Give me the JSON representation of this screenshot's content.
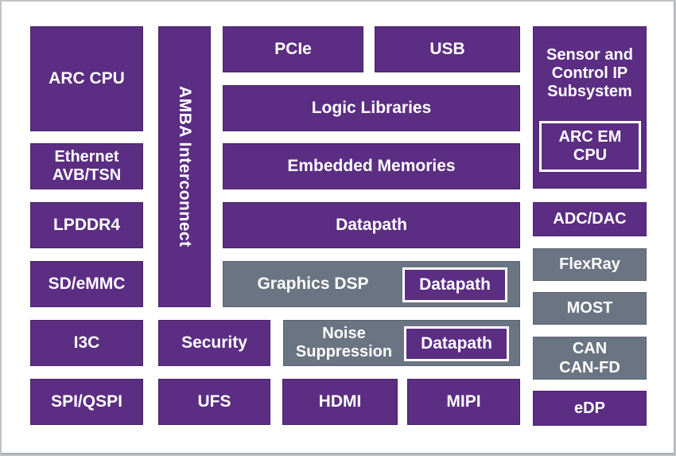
{
  "colors": {
    "block_purple": "#5b2d83",
    "block_purple_border": "#482269",
    "block_gray": "#6b7482",
    "block_gray_border": "#596270",
    "inner_box_border": "#ffffff",
    "text": "#ffffff",
    "background": "#ffffff",
    "frame_border": "#c0c4c7"
  },
  "blocks": {
    "arc_cpu": {
      "label": "ARC CPU"
    },
    "ethernet": {
      "label": "Ethernet\nAVB/TSN"
    },
    "lpddr4": {
      "label": "LPDDR4"
    },
    "sd_emmc": {
      "label": "SD/eMMC"
    },
    "i3c": {
      "label": "I3C"
    },
    "spi_qspi": {
      "label": "SPI/QSPI"
    },
    "amba_interconnect": {
      "label": "AMBA Interconnect"
    },
    "security": {
      "label": "Security"
    },
    "ufs": {
      "label": "UFS"
    },
    "pcie": {
      "label": "PCIe"
    },
    "usb": {
      "label": "USB"
    },
    "logic_libraries": {
      "label": "Logic Libraries"
    },
    "embedded_memories": {
      "label": "Embedded Memories"
    },
    "datapath": {
      "label": "Datapath"
    },
    "graphics_dsp": {
      "label": "Graphics DSP",
      "inner_label": "Datapath"
    },
    "noise_suppression": {
      "label": "Noise\nSuppression",
      "inner_label": "Datapath"
    },
    "hdmi": {
      "label": "HDMI"
    },
    "mipi": {
      "label": "MIPI"
    },
    "sensor_subsystem": {
      "label": "Sensor and\nControl IP\nSubsystem",
      "inner_label": "ARC EM\nCPU"
    },
    "adc_dac": {
      "label": "ADC/DAC"
    },
    "flexray": {
      "label": "FlexRay"
    },
    "most": {
      "label": "MOST"
    },
    "can": {
      "label": "CAN\nCAN-FD"
    },
    "edp": {
      "label": "eDP"
    }
  }
}
